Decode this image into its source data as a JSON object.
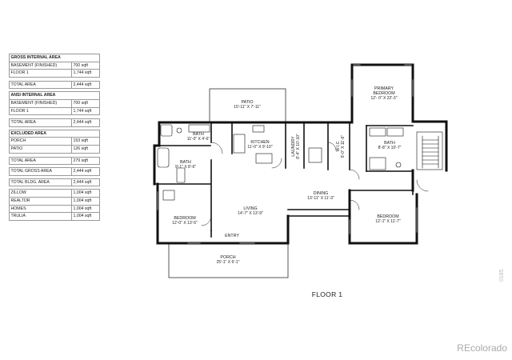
{
  "area_tables": [
    {
      "title": "GROSS INTERNAL AREA",
      "rows": [
        [
          "BASEMENT (FINISHED)",
          "700 sqft"
        ],
        [
          "FLOOR 1",
          "1,744 sqft"
        ]
      ],
      "total": [
        "TOTAL AREA",
        "2,444 sqft"
      ]
    },
    {
      "title": "ANSI INTERNAL AREA",
      "rows": [
        [
          "BASEMENT (FINISHED)",
          "700 sqft"
        ],
        [
          "FLOOR 1",
          "1,744 sqft"
        ]
      ],
      "total": [
        "TOTAL AREA",
        "2,444 sqft"
      ]
    },
    {
      "title": "EXCLUDED AREA",
      "rows": [
        [
          "PORCH",
          "153 sqft"
        ],
        [
          "PATIO",
          "126 sqft"
        ]
      ],
      "total": [
        "TOTAL AREA",
        "279 sqft"
      ]
    },
    {
      "title": "",
      "rows": [
        [
          "TOTAL GROSS AREA",
          "2,444 sqft"
        ]
      ],
      "total": null
    },
    {
      "title": "",
      "rows": [
        [
          "TOTAL BLDG. AREA",
          "2,444 sqft"
        ]
      ],
      "total": null
    },
    {
      "title": "",
      "rows": [
        [
          "ZILLOW",
          "1,004 sqft"
        ],
        [
          "REALTOR",
          "1,004 sqft"
        ],
        [
          "HOMES",
          "1,004 sqft"
        ],
        [
          "TRULIA",
          "1,004 sqft"
        ]
      ],
      "total": null
    }
  ],
  "rooms": {
    "patio": {
      "name": "PATIO",
      "dims": "15'-11\" X 7'-11\""
    },
    "primary_bedroom": {
      "name": "PRIMARY",
      "name2": "BEDROOM",
      "dims": "12'- 0\" X 22'-3\""
    },
    "bath_top": {
      "name": "BATH",
      "dims": "11'-0\" X 4'-6\""
    },
    "kitchen": {
      "name": "KITCHEN",
      "dims": "11'-0\" X 9'-10\""
    },
    "laundry": {
      "name": "LAUNDRY",
      "dims": "8'-4\" X 10'-10\""
    },
    "wic": {
      "name": "W.I.C",
      "dims": "5'-0\" X 11'-6\""
    },
    "bath_right": {
      "name": "BATH",
      "dims": "8'-8\" X 10'-7\""
    },
    "bath_left": {
      "name": "BATH",
      "dims": "9'-1\" X 8'-6\""
    },
    "dining": {
      "name": "DINING",
      "dims": "13'-11\" X 11'-3\""
    },
    "living": {
      "name": "LIVING",
      "dims": "14'-7\" X 13'-9\""
    },
    "bedroom_left": {
      "name": "BEDROOM",
      "dims": "12'-0\" X 13'-5\""
    },
    "bedroom_right": {
      "name": "BEDROOM",
      "dims": "12'-1\" X 11'-7\""
    },
    "entry": {
      "name": "ENTRY"
    },
    "porch": {
      "name": "PORCH",
      "dims": "25'-1\" X 6'-1\""
    }
  },
  "floor_label": "FLOOR 1",
  "watermark": "REcolorado",
  "side_code": "0185"
}
